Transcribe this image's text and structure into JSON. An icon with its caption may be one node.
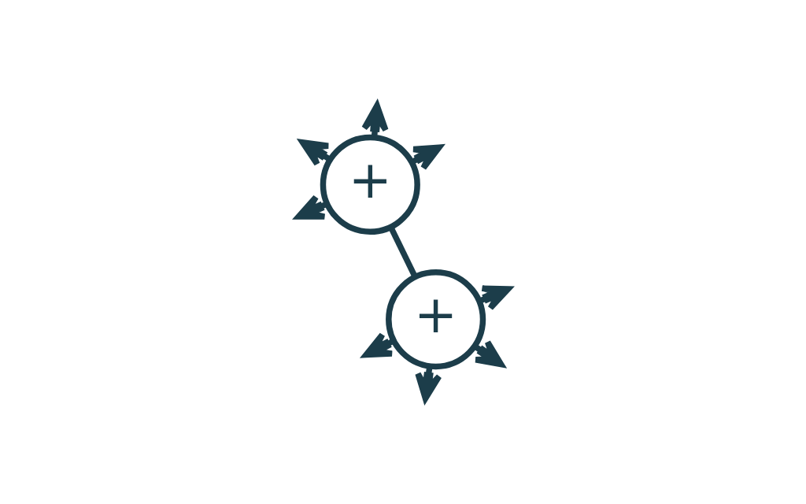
{
  "diagram": {
    "nodes": [
      {
        "text": [
          "+"
        ]
      },
      {
        "text": [
          "+"
        ]
      }
    ],
    "edges": [
      {
        "from": 0,
        "to": null,
        "arrow": "to"
      },
      {
        "from": 0,
        "to": null,
        "arrow": "to"
      },
      {
        "from": 0,
        "to": null,
        "arrow": "to"
      },
      {
        "from": 0,
        "to": null,
        "arrow": "to"
      },
      {
        "from": 0,
        "to": 1,
        "arrow": "none"
      },
      {
        "from": 1,
        "to": null,
        "arrow": "to"
      },
      {
        "from": 1,
        "to": null,
        "arrow": "to"
      },
      {
        "from": 1,
        "to": null,
        "arrow": "to"
      },
      {
        "from": 1,
        "to": null,
        "arrow": "to"
      }
    ]
  }
}
